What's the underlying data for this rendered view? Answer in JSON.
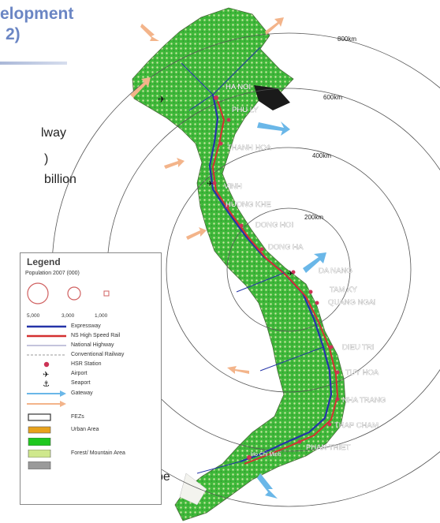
{
  "slide": {
    "title_line1": "elopment",
    "title_line2": "2)",
    "fragments": [
      "lway",
      ")",
      " billion",
      "pe"
    ]
  },
  "map": {
    "rings": [
      {
        "label": "800km",
        "value_km": 800
      },
      {
        "label": "600km",
        "value_km": 600
      },
      {
        "label": "400km",
        "value_km": 400
      },
      {
        "label": "200km",
        "value_km": 200
      }
    ],
    "cities": [
      {
        "name": "HA NOI"
      },
      {
        "name": "PHU LY"
      },
      {
        "name": "THANH HOA"
      },
      {
        "name": "VINH"
      },
      {
        "name": "HUONG KHE"
      },
      {
        "name": "DONG HOI"
      },
      {
        "name": "DONG HA"
      },
      {
        "name": "DA NANG"
      },
      {
        "name": "TAM KY"
      },
      {
        "name": "QUANG NGAI"
      },
      {
        "name": "DIEU TRI"
      },
      {
        "name": "TUY HOA"
      },
      {
        "name": "NHA TRANG"
      },
      {
        "name": "THAP CHAM"
      },
      {
        "name": "PHAN THIET"
      },
      {
        "name": "Ho Chi Minh"
      }
    ],
    "colors": {
      "land": "#3fb83a",
      "land_light": "#cbe7a4",
      "expressway": "#2433a8",
      "rail": "#d43030",
      "gateway": "#6ab7e8",
      "growth_arrow": "#f3b48a",
      "ring": "#555555"
    }
  },
  "legend": {
    "title": "Legend",
    "population_label": "Population 2007 (000)",
    "population_values": [
      "5,000",
      "3,000",
      "1,000"
    ],
    "items": [
      {
        "label": "Expressway",
        "symbol": "expressway-line"
      },
      {
        "label": "NS High Speed Rail",
        "symbol": "rail-line"
      },
      {
        "label": "National Highway",
        "symbol": "highway-line"
      },
      {
        "label": "Conventional Railway",
        "symbol": "railway-line"
      },
      {
        "label": "HSR Station",
        "symbol": "station-dot"
      },
      {
        "label": "Airport",
        "symbol": "airport-icon"
      },
      {
        "label": "Seaport",
        "symbol": "seaport-icon"
      },
      {
        "label": "Gateway",
        "symbol": "gateway-arrow"
      },
      {
        "label": "",
        "symbol": "growth-arrow"
      },
      {
        "label": "FEZs",
        "symbol": "fez-box"
      },
      {
        "label": "Urban Area",
        "symbol": "urban-box"
      },
      {
        "label": "",
        "symbol": "green-box"
      },
      {
        "label": "Forest/ Mountain Area",
        "symbol": "forest-box"
      },
      {
        "label": "",
        "symbol": "grey-box"
      }
    ]
  }
}
